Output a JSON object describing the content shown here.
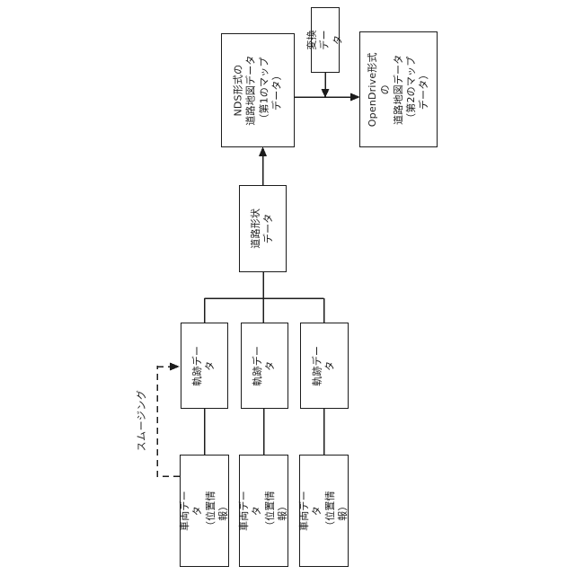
{
  "boxes": {
    "conversion": {
      "text": "変換データ"
    },
    "nds": {
      "text": "NDS形式の\n道路地図データ\n（第1のマップデータ）"
    },
    "opendrive": {
      "text": "OpenDrive形式の\n道路地図データ\n（第2のマップデータ）"
    },
    "road_shape": {
      "text": "道路形状\nデータ"
    },
    "trajectory_1": {
      "text": "軌跡データ"
    },
    "trajectory_2": {
      "text": "軌跡データ"
    },
    "trajectory_3": {
      "text": "軌跡データ"
    },
    "vehicle_1": {
      "text": "車両データ\n（位置情報）"
    },
    "vehicle_2": {
      "text": "車両データ\n（位置情報）"
    },
    "vehicle_3": {
      "text": "車両データ\n（位置情報）"
    }
  },
  "labels": {
    "smoothing": "スムージング"
  },
  "colors": {
    "line": "#1c1c1c",
    "background": "#ffffff"
  }
}
